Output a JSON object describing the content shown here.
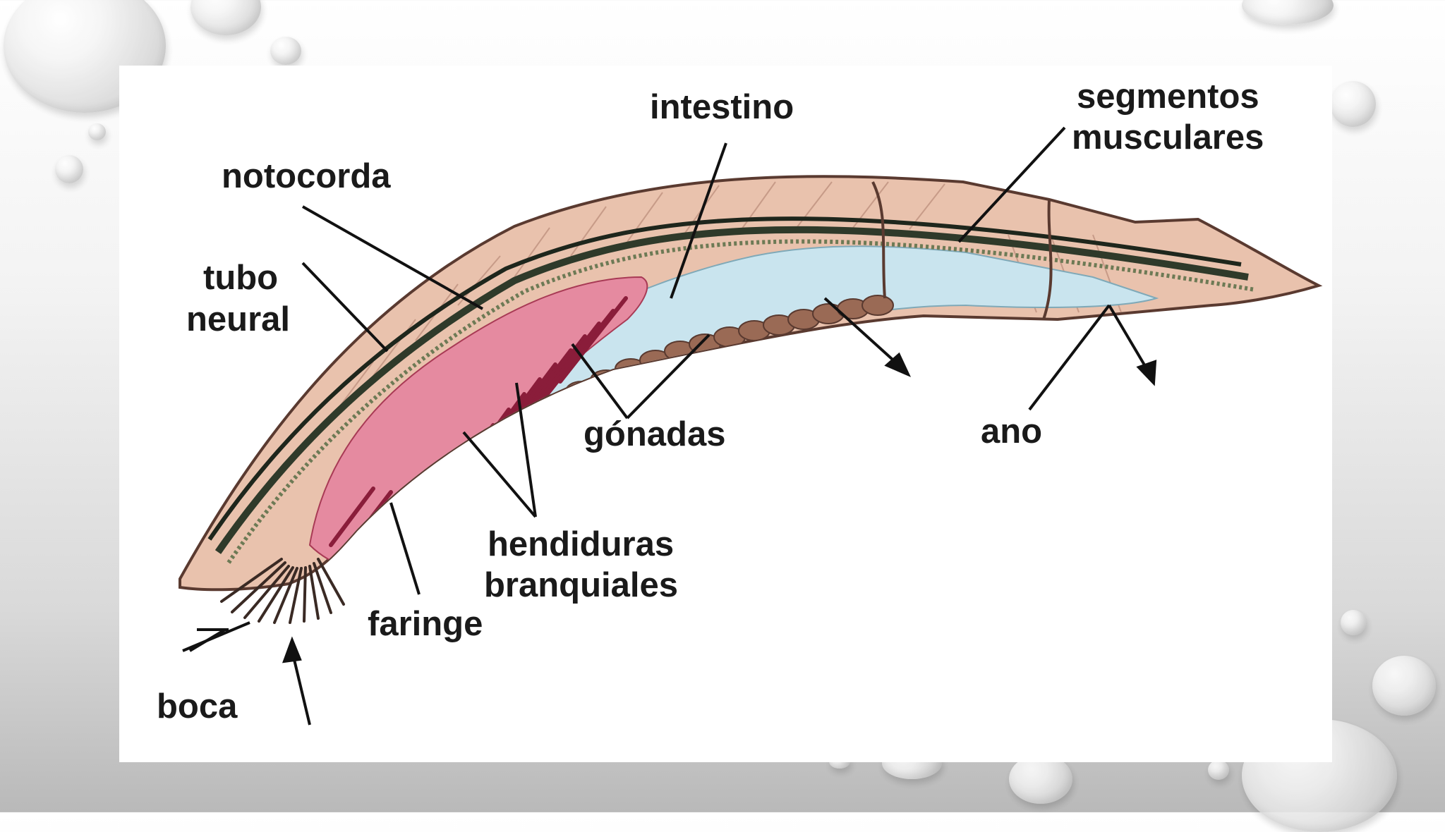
{
  "labels": {
    "intestino": "intestino",
    "segmentos": "segmentos",
    "musculares": "musculares",
    "notocorda": "notocorda",
    "tubo": "tubo",
    "neural": "neural",
    "gonadas": "gónadas",
    "ano": "ano",
    "hendiduras": "hendiduras",
    "branquiales": "branquiales",
    "faringe": "faringe",
    "boca": "boca"
  },
  "colors": {
    "body": "#e9c2ad",
    "body_outline": "#5a3a30",
    "notochord": "#3a3a2a",
    "gut": "#c9e4ee",
    "gill_area": "#e58aa0",
    "gill_slit": "#8a1d3a",
    "gonads": "#9a6a55"
  }
}
